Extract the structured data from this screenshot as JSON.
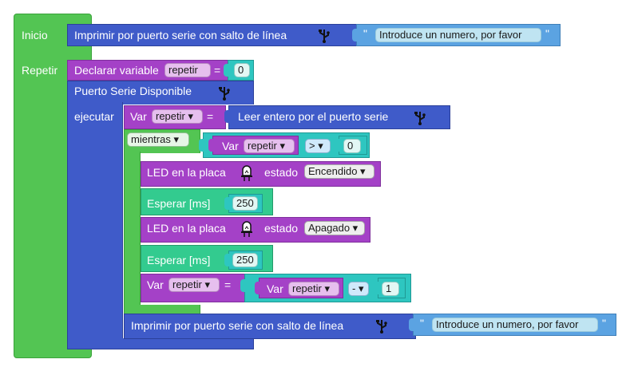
{
  "sections": {
    "inicio": "Inicio",
    "repetir": "Repetir"
  },
  "blocks": {
    "print1": {
      "label": "Imprimir por puerto serie con salto de línea",
      "value": "Introduce un numero, por favor",
      "quote": "\""
    },
    "declare": {
      "label": "Declarar variable",
      "var": "repetir",
      "eq": "=",
      "value": "0"
    },
    "serial_available": {
      "label": "Puerto Serie Disponible"
    },
    "ejecutar": {
      "label": "ejecutar"
    },
    "assign1": {
      "label": "Var",
      "var": "repetir ▾",
      "eq": "=",
      "read": "Leer entero por el puerto serie"
    },
    "while": {
      "label": "mientras ▾",
      "var_label": "Var",
      "var": "repetir ▾",
      "op": "> ▾",
      "value": "0"
    },
    "led_on": {
      "label": "LED en la placa",
      "state_label": "estado",
      "state": "Encendido ▾"
    },
    "wait1": {
      "label": "Esperar [ms]",
      "value": "250"
    },
    "led_off": {
      "label": "LED en la placa",
      "state_label": "estado",
      "state": "Apagado ▾"
    },
    "wait2": {
      "label": "Esperar [ms]",
      "value": "250"
    },
    "assign2": {
      "label": "Var",
      "var": "repetir ▾",
      "eq": "=",
      "inner_label": "Var",
      "inner_var": "repetir ▾",
      "op": "- ▾",
      "value": "1"
    },
    "print2": {
      "label": "Imprimir por puerto serie con salto de línea",
      "value": "Introduce un numero, por favor",
      "quote": "\""
    }
  },
  "colors": {
    "green": "#53c553",
    "blue": "#3f5bc9",
    "purple": "#a441c7",
    "teal": "#2ec6c0",
    "lightgreen": "#33cb8f",
    "lightblue": "#5ba3e2"
  },
  "icons": [
    "usb-icon",
    "led-icon"
  ]
}
